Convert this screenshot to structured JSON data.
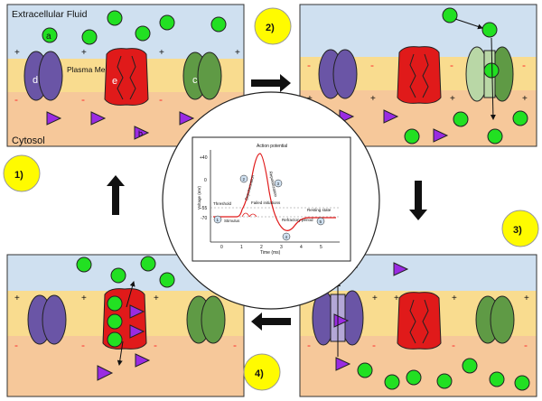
{
  "colors": {
    "extracellular": "#cfe0f0",
    "membrane": "#f9dc8f",
    "cytosol": "#f6c89a",
    "channel_d": "#6a55a6",
    "channel_d_open": "#b3a7d6",
    "channel_e": "#e01a1a",
    "channel_c": "#5f9a45",
    "channel_c_open": "#b9d7a6",
    "ion_green": "#22e022",
    "ion_purple": "#9a2be2",
    "step_badge": "#fffb00",
    "charge_minus": "#ff2a2a"
  },
  "panel1": {
    "region_top": "Extracellular Fluid",
    "membrane_label": "Plasma Membrane",
    "region_bottom": "Cytosol",
    "label_a": "a",
    "label_b": "b",
    "label_c": "c",
    "label_d": "d",
    "label_e": "e"
  },
  "charges": {
    "plus": "+",
    "minus": "-"
  },
  "steps": [
    "1)",
    "2)",
    "3)",
    "4)"
  ],
  "graph": {
    "peak_label": "Action potential",
    "depolarization": "Depolarization",
    "repolarization": "Repolarization",
    "threshold": "Threshold",
    "stimulus": "Stimulus",
    "failed": "Failed initiations",
    "refractory": "Refractory period",
    "resting": "Resting state",
    "ylabel": "Voltage (mV)",
    "xlabel": "Time (ms)",
    "y_ticks": [
      "+40",
      "0",
      "-55",
      "-70"
    ],
    "x_ticks": [
      "0",
      "1",
      "2",
      "3",
      "4",
      "5"
    ],
    "markers": [
      "1",
      "2",
      "3",
      "4",
      "5"
    ]
  }
}
